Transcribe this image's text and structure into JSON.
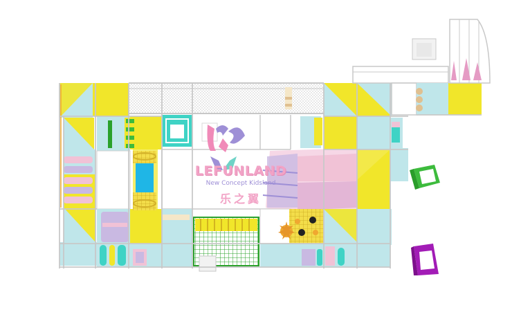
{
  "logo": {
    "title": "LEFUNLAND",
    "subtitle": "New Concept Kidsland",
    "chinese": "乐之翼"
  },
  "colors": {
    "yellow": "#f1e62a",
    "light_blue": "#bfe6ea",
    "pink": "#f1c2d6",
    "lavender": "#c9b9e2",
    "teal": "#3fd3c5",
    "green": "#3dbb3d",
    "purple": "#a21cb6",
    "frame": "#c8c8c8",
    "orange": "#f0a830"
  },
  "icons": [
    "logo-icon",
    "hollow-cube-icon"
  ]
}
